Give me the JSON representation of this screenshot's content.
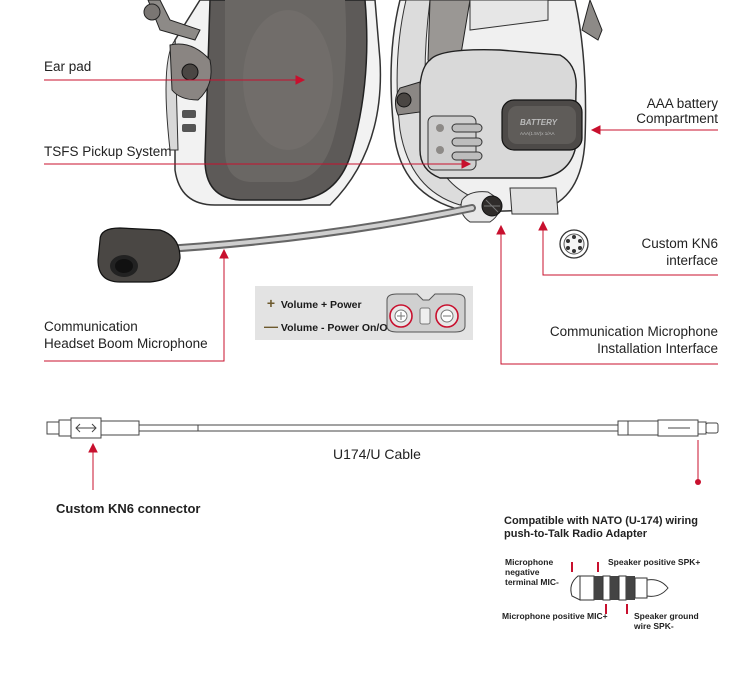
{
  "labels": {
    "ear_pad": "Ear pad",
    "tsfs": "TSFS Pickup System",
    "boom_line1": "Communication",
    "boom_line2": "Headset Boom Microphone",
    "battery_line1": "AAA battery",
    "battery_line2": "Compartment",
    "kn6_line1": "Custom KN6",
    "kn6_line2": "interface",
    "mic_install_line1": "Communication Microphone",
    "mic_install_line2": "Installation Interface",
    "battery_engraving": "BATTERY",
    "battery_sub_engraving": "AAA(1.5V)x 1/AA"
  },
  "control_panel": {
    "plus_symbol": "+",
    "plus_text": "Volume + Power",
    "minus_symbol": "—",
    "minus_text": "Volume - Power On/Off"
  },
  "cable": {
    "name": "U174/U Cable",
    "connector_label": "Custom KN6 connector"
  },
  "adapter": {
    "title_line1": "Compatible with NATO (U-174) wiring",
    "title_line2": "push-to-Talk Radio Adapter",
    "mic_neg_line1": "Microphone",
    "mic_neg_line2": "negative",
    "mic_neg_line3": "terminal MIC-",
    "spk_pos": "Speaker positive SPK+",
    "mic_pos": "Microphone positive MIC+",
    "spk_gnd_line1": "Speaker ground",
    "spk_gnd_line2": "wire SPK-"
  },
  "colors": {
    "accent_red": "#c8102e",
    "line_gray": "#555555",
    "panel_bg": "#e3e3e3"
  }
}
